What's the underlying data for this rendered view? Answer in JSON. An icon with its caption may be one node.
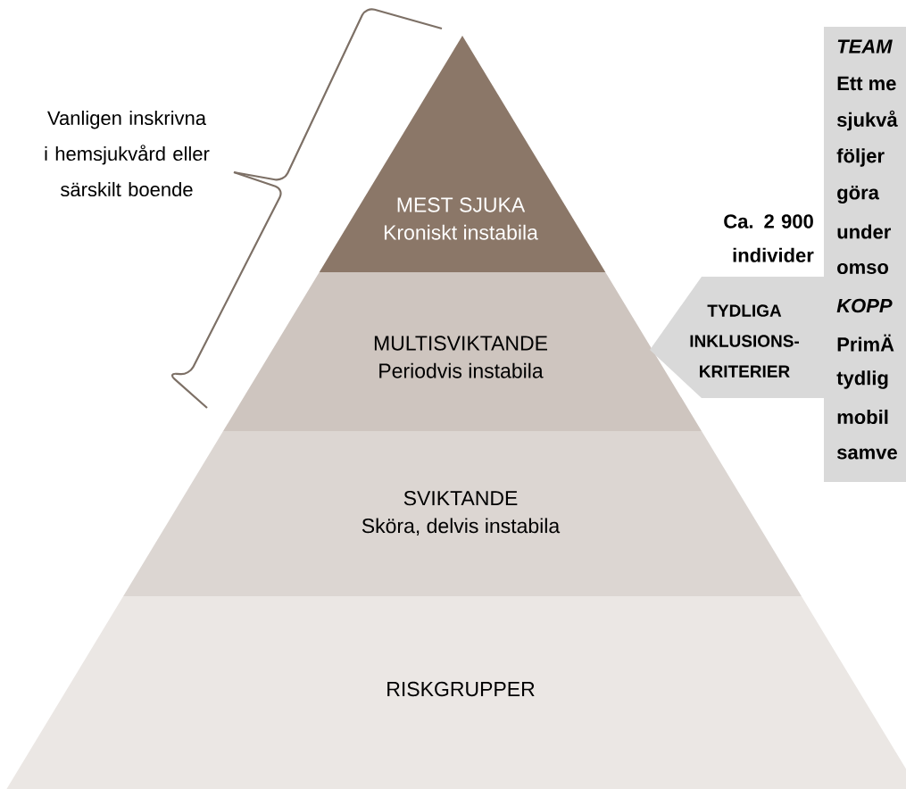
{
  "diagram": {
    "nodes": [
      {
        "text": [
          "TEAM",
          "Ett me",
          "sjukvå",
          "följer",
          "göra",
          "under",
          "omso",
          "KOPP",
          "PrimÄ",
          "tydlig",
          "mobil",
          "samve"
        ]
      },
      {
        "text": [
          "TYDLIGA INKLUSIONS- KRITERIER"
        ]
      },
      {
        "text": [
          "MEST SJUKA",
          "Kroniskt instabila"
        ]
      },
      {
        "text": [
          "MULTISVIKTANDE",
          "Periodvis instabila"
        ]
      },
      {
        "text": [
          "SVIKTANDE",
          "Sköra, delvis instabila"
        ]
      },
      {
        "text": [
          "RISKGRUPPER"
        ]
      }
    ],
    "labels": [
      "Vanligen inskrivna i hemsjukvård eller särskilt boende",
      "Ca. 2 900 individer"
    ]
  }
}
